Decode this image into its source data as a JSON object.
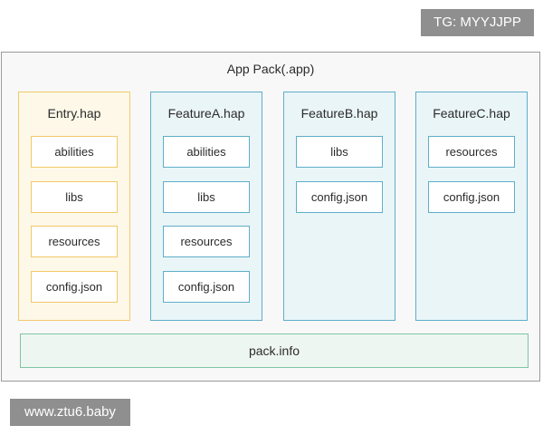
{
  "watermarks": {
    "top_right": "TG: MYYJJPP",
    "bottom_left": "www.ztu6.baby"
  },
  "app_pack": {
    "title": "App Pack(.app)",
    "haps": [
      {
        "title": "Entry.hap",
        "items": [
          "abilities",
          "libs",
          "resources",
          "config.json"
        ]
      },
      {
        "title": "FeatureA.hap",
        "items": [
          "abilities",
          "libs",
          "resources",
          "config.json"
        ]
      },
      {
        "title": "FeatureB.hap",
        "items": [
          "libs",
          "config.json"
        ]
      },
      {
        "title": "FeatureC.hap",
        "items": [
          "resources",
          "config.json"
        ]
      }
    ],
    "pack_info": "pack.info"
  },
  "colors": {
    "entry_border": "#f2c96a",
    "entry_fill": "#fdf8e8",
    "feature_border": "#5eaec9",
    "feature_fill": "#eaf5f8",
    "pack_info_border": "#7cc5a5",
    "pack_info_fill": "#eef6f2",
    "watermark_bg": "#8f8f8f"
  }
}
